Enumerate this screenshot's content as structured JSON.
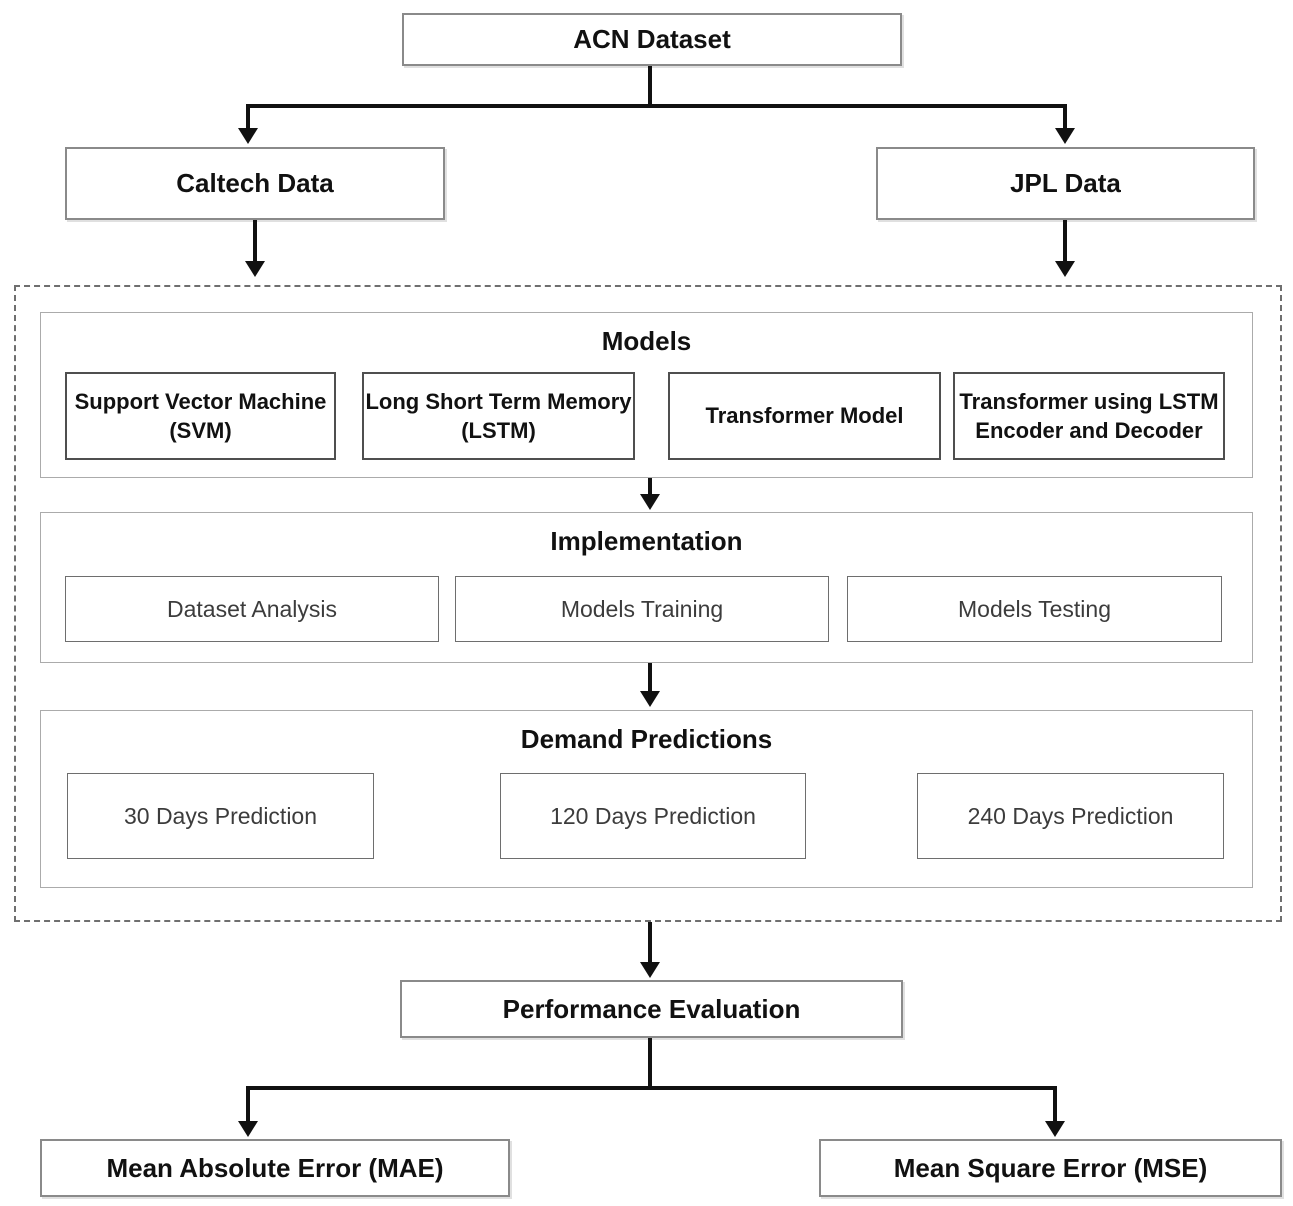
{
  "diagram": {
    "root": {
      "label": "ACN Dataset"
    },
    "branches": {
      "left": {
        "label": "Caltech Data"
      },
      "right": {
        "label": "JPL Data"
      }
    },
    "models": {
      "title": "Models",
      "items": [
        {
          "lines": [
            "Support Vector Machine",
            "(SVM)"
          ]
        },
        {
          "lines": [
            "Long Short Term Memory",
            "(LSTM)"
          ]
        },
        {
          "lines": [
            "Transformer Model"
          ]
        },
        {
          "lines": [
            "Transformer using LSTM",
            "Encoder and Decoder"
          ]
        }
      ]
    },
    "implementation": {
      "title": "Implementation",
      "items": [
        {
          "label": "Dataset Analysis"
        },
        {
          "label": "Models Training"
        },
        {
          "label": "Models Testing"
        }
      ]
    },
    "predictions": {
      "title": "Demand Predictions",
      "items": [
        {
          "label": "30 Days Prediction"
        },
        {
          "label": "120 Days Prediction"
        },
        {
          "label": "240 Days Prediction"
        }
      ]
    },
    "evaluation": {
      "label": "Performance Evaluation"
    },
    "metrics": [
      {
        "label": "Mean Absolute Error (MAE)"
      },
      {
        "label": "Mean Square Error (MSE)"
      }
    ],
    "colors": {
      "line": "#111111",
      "node_border": "#8a8a8a",
      "model_border": "#4f4f4f",
      "soft_border": "#6e6e6e",
      "section_border": "#ababab",
      "container_border": "#6f6f6f",
      "text_primary": "#111111",
      "text_secondary": "#3c3c3c",
      "background": "#ffffff"
    }
  }
}
